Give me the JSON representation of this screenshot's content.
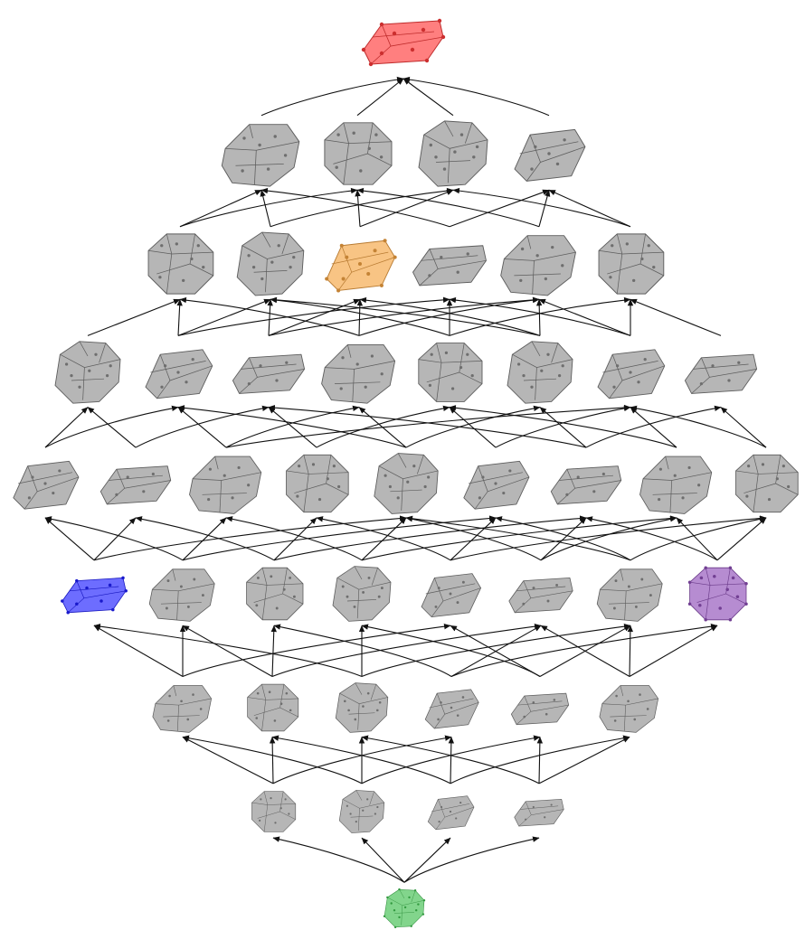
{
  "diagram": {
    "type": "poset-lattice",
    "ranks": [
      {
        "rank": 8,
        "count": 1
      },
      {
        "rank": 7,
        "count": 4
      },
      {
        "rank": 6,
        "count": 6
      },
      {
        "rank": 5,
        "count": 8
      },
      {
        "rank": 4,
        "count": 9
      },
      {
        "rank": 3,
        "count": 8
      },
      {
        "rank": 2,
        "count": 6
      },
      {
        "rank": 1,
        "count": 4
      },
      {
        "rank": 0,
        "count": 1
      }
    ],
    "node_shape": "zonotope-polytope",
    "default_color": "#a9a9a9",
    "highlighted": [
      {
        "rank": 8,
        "index": 0,
        "color": "#ff3b3b"
      },
      {
        "rank": 6,
        "index": 2,
        "color": "#f5a442"
      },
      {
        "rank": 3,
        "index": 0,
        "color": "#1f1fff"
      },
      {
        "rank": 3,
        "index": 7,
        "color": "#8f4fb8"
      },
      {
        "rank": 0,
        "index": 0,
        "color": "#3fbf4f"
      }
    ],
    "edge_color": "#111111",
    "arrow_direction": "upward"
  }
}
